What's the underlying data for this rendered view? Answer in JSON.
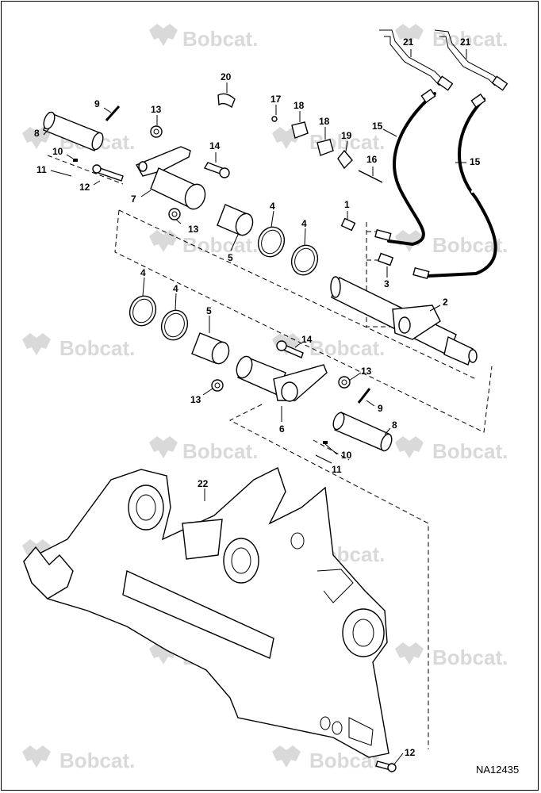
{
  "diagram": {
    "code": "NA12435",
    "watermark_text": "Bobcat.",
    "callouts": {
      "c1": "1",
      "c2": "2",
      "c3": "3",
      "c4a": "4",
      "c4b": "4",
      "c4c": "4",
      "c4d": "4",
      "c5a": "5",
      "c5b": "5",
      "c6": "6",
      "c7": "7",
      "c8a": "8",
      "c8b": "8",
      "c9a": "9",
      "c9b": "9",
      "c10a": "10",
      "c10b": "10",
      "c11a": "11",
      "c11b": "11",
      "c12a": "12",
      "c12b": "12",
      "c13a": "13",
      "c13b": "13",
      "c13c": "13",
      "c13d": "13",
      "c14a": "14",
      "c14b": "14",
      "c15a": "15",
      "c15b": "15",
      "c16": "16",
      "c17": "17",
      "c18a": "18",
      "c18b": "18",
      "c19": "19",
      "c20": "20",
      "c21a": "21",
      "c21b": "21",
      "c22": "22"
    },
    "colors": {
      "line": "#000000",
      "watermark": "#d9d9d9",
      "background": "#ffffff"
    }
  }
}
